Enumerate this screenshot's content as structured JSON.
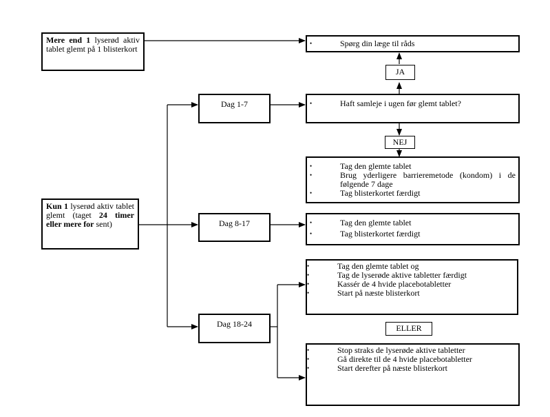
{
  "cond_more": {
    "bold": "Mere end 1",
    "rest": " lyserød aktiv tablet glemt på 1 blisterkort"
  },
  "cond_one": {
    "bold1": "Kun 1",
    "text1": " lyserød aktiv tablet glemt (taget ",
    "bold2": "24 timer eller mere for",
    "text2": " sent)"
  },
  "days": {
    "d1": "Dag 1-7",
    "d2": "Dag 8-17",
    "d3": "Dag 18-24"
  },
  "labels": {
    "ja": "JA",
    "nej": "NEJ",
    "eller": "ELLER"
  },
  "boxes": {
    "ask_doctor": [
      "Spørg din læge til råds"
    ],
    "intercourse": [
      "Haft samleje i ugen før glemt tablet?"
    ],
    "no_branch": [
      "Tag den glemte tablet",
      "Brug yderligere barrieremetode (kondom) i de følgende 7 dage",
      "Tag blisterkortet færdigt"
    ],
    "day8_17": [
      "Tag den glemte tablet",
      "Tag blisterkortet færdigt"
    ],
    "day18_a": [
      "Tag den glemte tablet og",
      "Tag de lyserøde aktive tabletter færdigt",
      "Kassér de 4 hvide placebotabletter",
      "Start på næste blisterkort"
    ],
    "day18_b": [
      "Stop straks de lyserøde aktive tabletter",
      "Gå direkte til de 4 hvide placebotabletter",
      "Start derefter på næste blisterkort"
    ]
  }
}
